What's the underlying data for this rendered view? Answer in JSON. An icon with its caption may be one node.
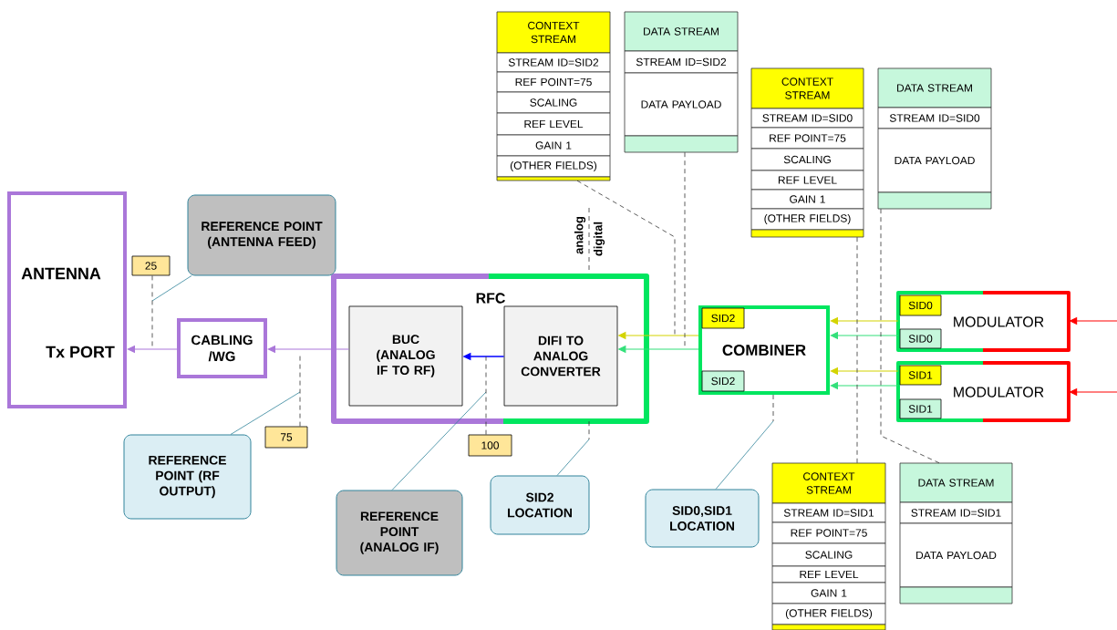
{
  "diagram": {
    "nodes": [
      {
        "text": [
          "ANTENNA",
          "Tx PORT"
        ]
      },
      {
        "text": [
          "CABLING /WG"
        ]
      },
      {
        "text": [
          "RFC"
        ]
      },
      {
        "text": [
          "BUC (ANALOG IF TO RF)"
        ],
        "in": 2
      },
      {
        "text": [
          "DIFI TO ANALOG CONVERTER"
        ],
        "in": 2
      },
      {
        "text": [
          "COMBINER"
        ]
      },
      {
        "text": [
          "SID2"
        ],
        "in": 5
      },
      {
        "text": [
          "SID2"
        ],
        "in": 5
      },
      {
        "text": [
          "MODULATOR"
        ]
      },
      {
        "text": [
          "SID0"
        ],
        "in": 8
      },
      {
        "text": [
          "SID0"
        ],
        "in": 8
      },
      {
        "text": [
          "MODULATOR"
        ]
      },
      {
        "text": [
          "SID1"
        ],
        "in": 11
      },
      {
        "text": [
          "SID1"
        ],
        "in": 11
      },
      {
        "text": [
          "REFERENCE POINT (ANTENNA FEED)"
        ]
      },
      {
        "text": [
          "25"
        ]
      },
      {
        "text": [
          "REFERENCE POINT (RF OUTPUT)"
        ]
      },
      {
        "text": [
          "75"
        ]
      },
      {
        "text": [
          "REFERENCE POINT (ANALOG IF)"
        ]
      },
      {
        "text": [
          "100"
        ]
      },
      {
        "text": [
          "SID2 LOCATION"
        ]
      },
      {
        "text": [
          "SID0,SID1 LOCATION"
        ]
      },
      {
        "text": [
          "CONTEXT STREAM",
          "STREAM ID=SID2",
          "REF POINT=75",
          "SCALING",
          "REF LEVEL",
          "GAIN 1",
          "(OTHER FIELDS)"
        ]
      },
      {
        "text": [
          "DATA STREAM",
          "STREAM ID=SID2",
          "DATA PAYLOAD"
        ]
      },
      {
        "text": [
          "CONTEXT STREAM",
          "STREAM ID=SID0",
          "REF POINT=75",
          "SCALING",
          "REF LEVEL",
          "GAIN 1",
          "(OTHER FIELDS)"
        ]
      },
      {
        "text": [
          "DATA STREAM",
          "STREAM ID=SID0",
          "DATA PAYLOAD"
        ]
      },
      {
        "text": [
          "CONTEXT STREAM",
          "STREAM ID=SID1",
          "REF POINT=75",
          "SCALING",
          "REF LEVEL",
          "GAIN 1",
          "(OTHER FIELDS)"
        ]
      },
      {
        "text": [
          "DATA STREAM",
          "STREAM ID=SID1",
          "DATA PAYLOAD"
        ]
      }
    ],
    "edges": [
      {
        "from": 1,
        "to": 0,
        "arrow": "to",
        "color": "#aa77d9"
      },
      {
        "from": 3,
        "to": 1,
        "arrow": "to",
        "color": "#aa77d9"
      },
      {
        "from": 4,
        "to": 3,
        "arrow": "to",
        "color": "#0000ff"
      },
      {
        "from": 5,
        "to": 4,
        "arrow": "to",
        "color": "#d4d400"
      },
      {
        "from": 5,
        "to": 4,
        "arrow": "to",
        "color": "#33e07a"
      },
      {
        "from": 8,
        "to": 5,
        "arrow": "to",
        "color": "#d4d400"
      },
      {
        "from": 8,
        "to": 5,
        "arrow": "to",
        "color": "#33e07a"
      },
      {
        "from": 11,
        "to": 5,
        "arrow": "to",
        "color": "#d4d400"
      },
      {
        "from": 11,
        "to": 5,
        "arrow": "to",
        "color": "#33e07a"
      },
      {
        "from": null,
        "to": 8,
        "arrow": "to",
        "color": "#ff0000"
      },
      {
        "from": null,
        "to": 11,
        "arrow": "to",
        "color": "#ff0000"
      },
      {
        "from": 14,
        "to": null,
        "arrow": "none",
        "color": "#31849b"
      },
      {
        "from": 16,
        "to": null,
        "arrow": "none",
        "color": "#31849b"
      },
      {
        "from": 18,
        "to": null,
        "arrow": "none",
        "color": "#31849b"
      },
      {
        "from": 20,
        "to": null,
        "arrow": "none",
        "color": "#31849b"
      },
      {
        "from": 21,
        "to": null,
        "arrow": "none",
        "color": "#31849b"
      },
      {
        "from": 22,
        "to": null,
        "arrow": "none",
        "style": "dashed"
      },
      {
        "from": 23,
        "to": null,
        "arrow": "none",
        "style": "dashed"
      },
      {
        "from": 24,
        "to": null,
        "arrow": "none",
        "style": "dashed"
      },
      {
        "from": 25,
        "to": null,
        "arrow": "none",
        "style": "dashed"
      },
      {
        "from": 26,
        "to": null,
        "arrow": "none",
        "style": "dashed"
      },
      {
        "from": 27,
        "to": null,
        "arrow": "none",
        "style": "dashed"
      },
      {
        "from": 15,
        "to": null,
        "arrow": "none",
        "style": "dashed"
      },
      {
        "from": 17,
        "to": null,
        "arrow": "none",
        "style": "dashed"
      },
      {
        "from": 19,
        "to": null,
        "arrow": "none",
        "style": "dashed"
      },
      {
        "from": 2,
        "to": null,
        "arrow": "none",
        "style": "dashed"
      },
      {
        "from": 5,
        "to": null,
        "arrow": "none",
        "style": "dashed"
      }
    ],
    "labels": [
      "analog",
      "digital"
    ]
  }
}
